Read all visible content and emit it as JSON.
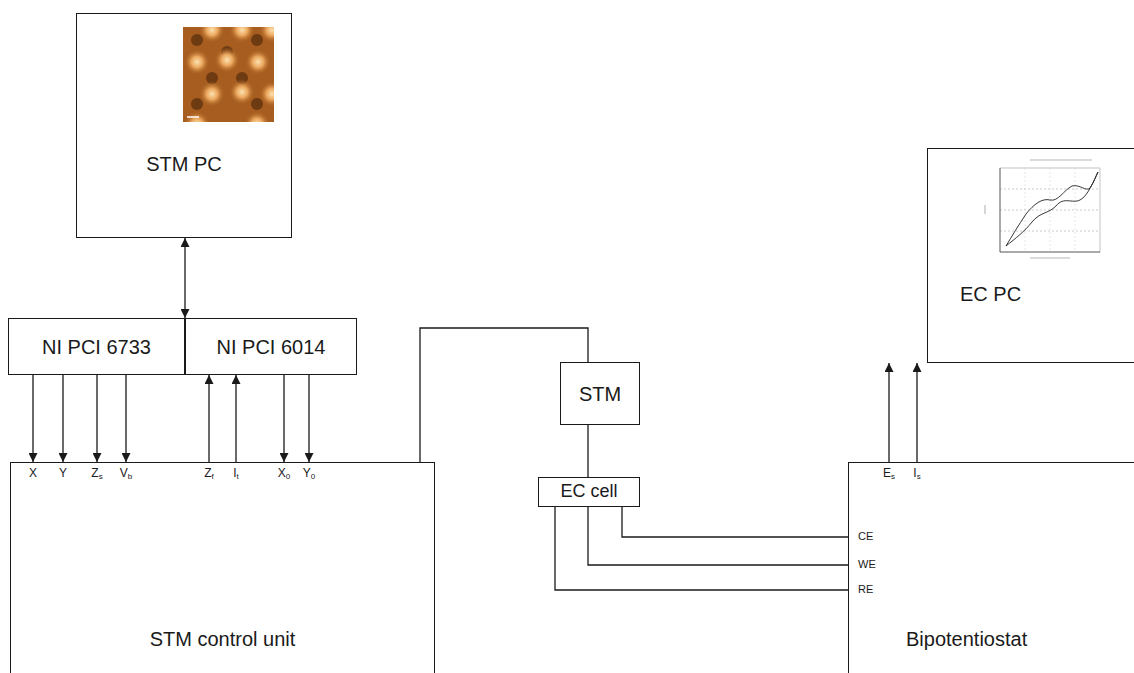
{
  "diagram": {
    "nodes": [
      {
        "text": [
          "STM PC"
        ]
      },
      {
        "text": [
          "NI PCI 6733"
        ]
      },
      {
        "text": [
          "NI PCI 6014"
        ]
      },
      {
        "text": [
          "STM control unit"
        ]
      },
      {
        "text": [
          "STM"
        ]
      },
      {
        "text": [
          "EC cell"
        ]
      },
      {
        "text": [
          "Bipotentiostat"
        ]
      },
      {
        "text": [
          "EC PC"
        ]
      }
    ],
    "edges": [
      {
        "from": 0,
        "to": 1,
        "arrow": "both"
      },
      {
        "from": 1,
        "to": 3,
        "arrow": "to",
        "label": "X"
      },
      {
        "from": 1,
        "to": 3,
        "arrow": "to",
        "label": "Y"
      },
      {
        "from": 1,
        "to": 3,
        "arrow": "to",
        "label": "Zs"
      },
      {
        "from": 1,
        "to": 3,
        "arrow": "to",
        "label": "Vb"
      },
      {
        "from": 3,
        "to": 2,
        "arrow": "to",
        "label": "Zf"
      },
      {
        "from": 3,
        "to": 2,
        "arrow": "to",
        "label": "It"
      },
      {
        "from": 2,
        "to": 3,
        "arrow": "to",
        "label": "X0"
      },
      {
        "from": 2,
        "to": 3,
        "arrow": "to",
        "label": "Y0"
      },
      {
        "from": 3,
        "to": 4,
        "arrow": "none"
      },
      {
        "from": 4,
        "to": 5,
        "arrow": "none"
      },
      {
        "from": 5,
        "to": 6,
        "arrow": "none",
        "label": "CE"
      },
      {
        "from": 5,
        "to": 6,
        "arrow": "none",
        "label": "WE"
      },
      {
        "from": 5,
        "to": 6,
        "arrow": "none",
        "label": "RE"
      },
      {
        "from": 6,
        "to": 7,
        "arrow": "to",
        "label": "Es"
      },
      {
        "from": 6,
        "to": 7,
        "arrow": "to",
        "label": "Is"
      }
    ]
  }
}
